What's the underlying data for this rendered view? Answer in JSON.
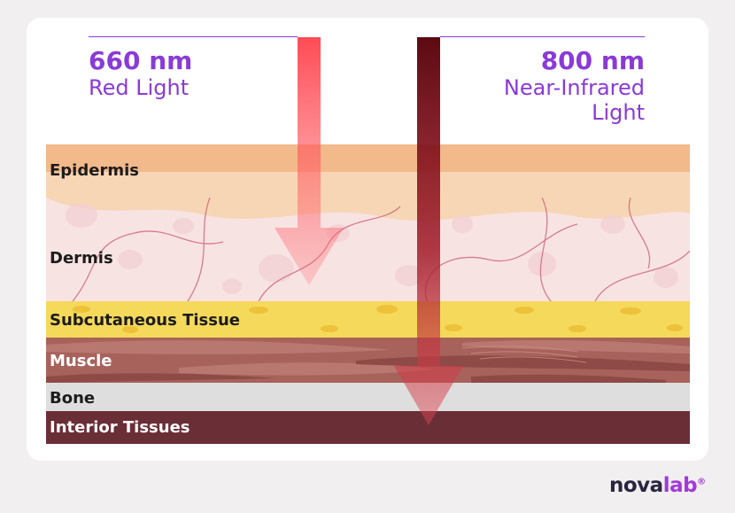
{
  "lights": {
    "red": {
      "wavelength": "660 nm",
      "name": "Red Light"
    },
    "nir": {
      "wavelength": "800 nm",
      "name_line1": "Near-Infrared",
      "name_line2": "Light"
    }
  },
  "layers": [
    {
      "label": "Epidermis"
    },
    {
      "label": "Dermis"
    },
    {
      "label": "Subcutaneous Tissue"
    },
    {
      "label": "Muscle"
    },
    {
      "label": "Bone"
    },
    {
      "label": "Interior Tissues"
    }
  ],
  "brand": {
    "logo_part1": "nova",
    "logo_part2": "lab",
    "mark": "®"
  },
  "colors": {
    "accent": "#8a3ad8",
    "red_arrow": "#ff4b55",
    "nir_arrow": "#6e0c14",
    "epidermis": "#f2b98a",
    "dermis": "#f8e2e2",
    "subcutaneous": "#f5d95a",
    "muscle": "#a8625c",
    "bone": "#dedede",
    "interior": "#6a2e37"
  }
}
